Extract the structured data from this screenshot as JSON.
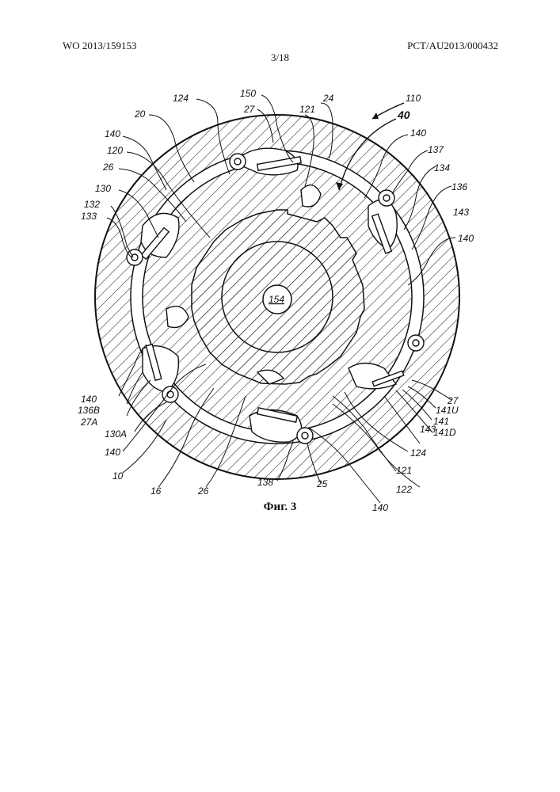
{
  "header": {
    "publication_number": "WO 2013/159153",
    "application_number": "PCT/AU2013/000432",
    "sheet": "3/18"
  },
  "figure": {
    "caption": "Фиг. 3",
    "reference_labels": [
      {
        "id": "lbl-110",
        "text": "110"
      },
      {
        "id": "lbl-40",
        "text": "40"
      },
      {
        "id": "lbl-124-top",
        "text": "124"
      },
      {
        "id": "lbl-150",
        "text": "150"
      },
      {
        "id": "lbl-27-top",
        "text": "27"
      },
      {
        "id": "lbl-24",
        "text": "24"
      },
      {
        "id": "lbl-121-top",
        "text": "121"
      },
      {
        "id": "lbl-20",
        "text": "20"
      },
      {
        "id": "lbl-140-tl",
        "text": "140"
      },
      {
        "id": "lbl-140-tr",
        "text": "140"
      },
      {
        "id": "lbl-137",
        "text": "137"
      },
      {
        "id": "lbl-120",
        "text": "120"
      },
      {
        "id": "lbl-134",
        "text": "134"
      },
      {
        "id": "lbl-26-top",
        "text": "26"
      },
      {
        "id": "lbl-136",
        "text": "136"
      },
      {
        "id": "lbl-130",
        "text": "130"
      },
      {
        "id": "lbl-143-top",
        "text": "143"
      },
      {
        "id": "lbl-132",
        "text": "132"
      },
      {
        "id": "lbl-133",
        "text": "133"
      },
      {
        "id": "lbl-140-r",
        "text": "140"
      },
      {
        "id": "lbl-154",
        "text": "154"
      },
      {
        "id": "lbl-140-l",
        "text": "140"
      },
      {
        "id": "lbl-136b",
        "text": "136B"
      },
      {
        "id": "lbl-27a",
        "text": "27A"
      },
      {
        "id": "lbl-27-r",
        "text": "27"
      },
      {
        "id": "lbl-141u",
        "text": "141U"
      },
      {
        "id": "lbl-141",
        "text": "141"
      },
      {
        "id": "lbl-141d",
        "text": "141D"
      },
      {
        "id": "lbl-143-b",
        "text": "143"
      },
      {
        "id": "lbl-130a",
        "text": "130A"
      },
      {
        "id": "lbl-124-b",
        "text": "124"
      },
      {
        "id": "lbl-140-bl",
        "text": "140"
      },
      {
        "id": "lbl-121-b",
        "text": "121"
      },
      {
        "id": "lbl-10",
        "text": "10"
      },
      {
        "id": "lbl-138",
        "text": "138"
      },
      {
        "id": "lbl-25",
        "text": "25"
      },
      {
        "id": "lbl-122",
        "text": "122"
      },
      {
        "id": "lbl-16",
        "text": "16"
      },
      {
        "id": "lbl-26-b",
        "text": "26"
      },
      {
        "id": "lbl-140-b",
        "text": "140"
      }
    ]
  }
}
